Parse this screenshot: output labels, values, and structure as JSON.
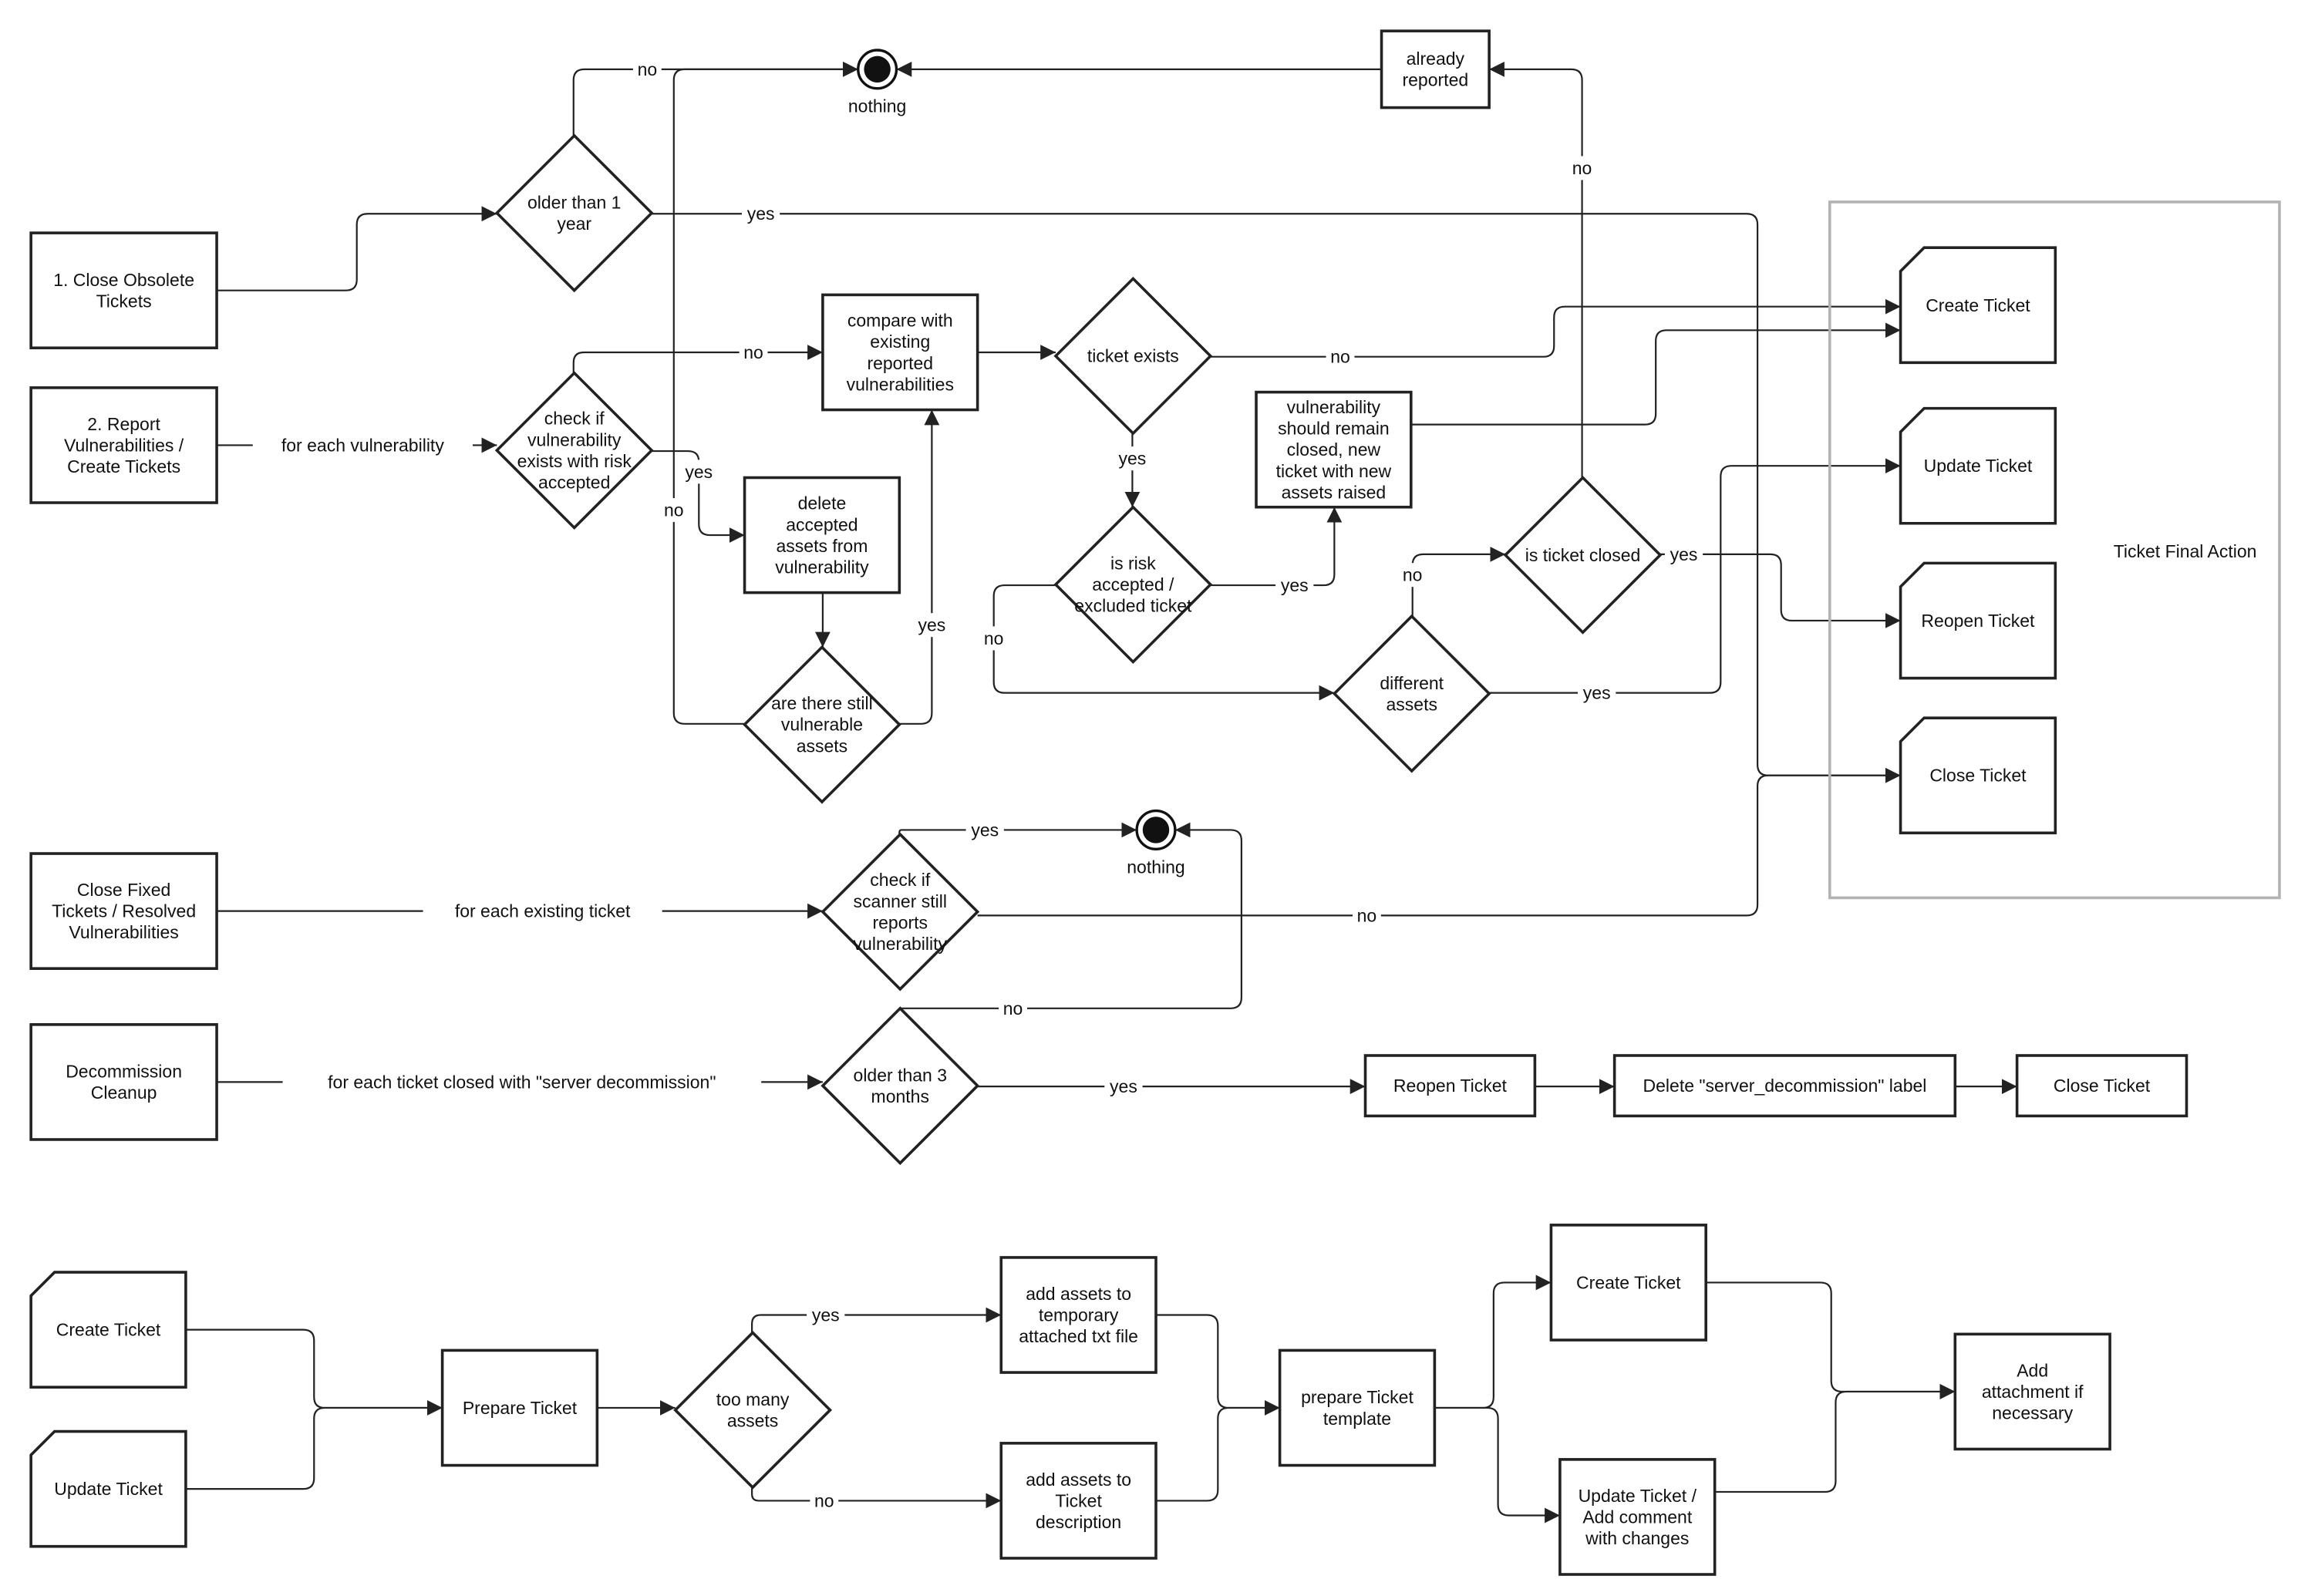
{
  "nodes": {
    "n_close_obsolete": "1. Close Obsolete\nTickets",
    "n_report": "2. Report\nVulnerabilities /\nCreate Tickets",
    "n_close_fixed": "Close Fixed\nTickets / Resolved\nVulnerabilities",
    "n_decom": "Decommission\nCleanup",
    "d_older1": "older than 1\nyear",
    "term_nothing1": "nothing",
    "n_already": "already\nreported",
    "d_checkrisk": "check if\nvulnerability\nexists with risk\naccepted",
    "n_compare": "compare with\nexisting\nreported\nvulnerabilities",
    "d_ticketexists": "ticket exists",
    "n_delete": "delete\naccepted\nassets from\nvulnerability",
    "d_stillvuln": "are there still\nvulnerable\nassets",
    "d_riskacc": "is risk\naccepted /\nexcluded ticket",
    "n_remain": "vulnerability\nshould remain\nclosed, new\nticket with new\nassets raised",
    "d_diffassets": "different\nassets",
    "d_closed": "is ticket closed",
    "f_create": "Create Ticket",
    "f_update": "Update Ticket",
    "f_reopen": "Reopen Ticket",
    "f_close": "Close Ticket",
    "group_label": "Ticket Final Action",
    "d_scanner": "check if\nscanner still\nreports\nvulnerability",
    "term_nothing2": "nothing",
    "d_older3": "older than 3\nmonths",
    "n_reopen2": "Reopen Ticket",
    "n_delete_label": "Delete \"server_decommission\" label",
    "n_close2": "Close Ticket",
    "b_create": "Create Ticket",
    "b_update": "Update Ticket",
    "b_prepare": "Prepare Ticket",
    "d_toomany": "too many\nassets",
    "b_addtxt": "add assets to\ntemporary\nattached txt file",
    "b_adddesc": "add assets to\nTicket\ndescription",
    "b_template": "prepare Ticket\ntemplate",
    "b_create2": "Create Ticket",
    "b_update2": "Update Ticket /\nAdd comment\nwith changes",
    "b_attach": "Add\nattachment if\nnecessary"
  },
  "edges": {
    "e_obs_older": "",
    "e_older_no": "no",
    "e_older_yes": "yes",
    "e_already_nothing": "",
    "e_report_check": "for each vulnerability",
    "e_check_no": "no",
    "e_check_yes": "yes",
    "e_compare_exists": "",
    "e_exists_no": "no",
    "e_exists_yes": "yes",
    "e_delete_still": "",
    "e_still_yes": "yes",
    "e_still_no": "no",
    "e_risk_yes": "yes",
    "e_risk_no": "no",
    "e_remain_create": "",
    "e_diff_no": "no",
    "e_diff_yes": "yes",
    "e_closed_no": "no",
    "e_closed_yes": "yes",
    "e_fixed_scanner": "for each existing ticket",
    "e_scanner_yes": "yes",
    "e_scanner_no": "no",
    "e_decom_older3": "for each ticket closed with \"server decommission\"",
    "e_older3_no": "no",
    "e_older3_yes": "yes",
    "e_reopen_delete": "",
    "e_delete_close": "",
    "e_bcreate_prepare": "",
    "e_bupdate_prepare": "",
    "e_prepare_toomany": "",
    "e_toomany_yes": "yes",
    "e_toomany_no": "no",
    "e_addtxt_template": "",
    "e_adddesc_template": "",
    "e_template_create": "",
    "e_template_update": "",
    "e_create_attach": "",
    "e_update_attach": ""
  },
  "colors": {
    "stroke": "#222222",
    "group_stroke": "#b3b3b3",
    "text": "#111111",
    "fill": "#ffffff"
  }
}
